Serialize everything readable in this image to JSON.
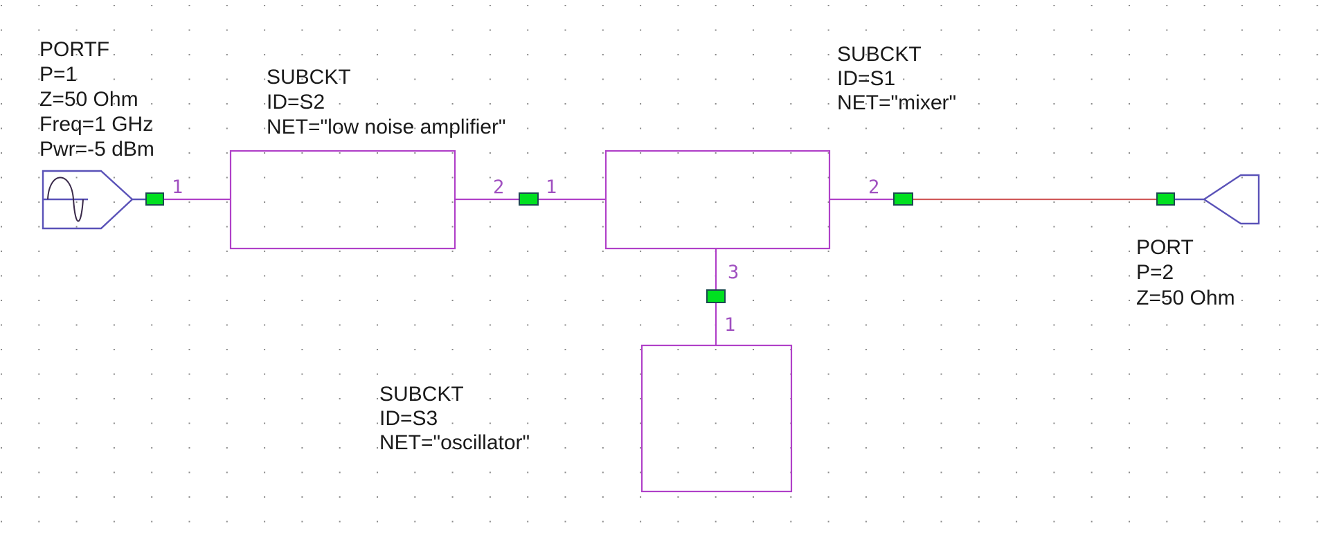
{
  "colors": {
    "wire": "#b040c8",
    "wire_connected": "#d05a5a",
    "port_symbol": "#5a52b8",
    "node": "#00e020",
    "pin_label": "#a050c0",
    "text": "#1a1a1a"
  },
  "components": {
    "source_port": {
      "type": "PORTF",
      "lines": [
        "PORTF",
        "P=1",
        "Z=50 Ohm",
        "Freq=1 GHz",
        "Pwr=-5 dBm"
      ],
      "pin_label": "1"
    },
    "lna": {
      "type": "SUBCKT",
      "lines": [
        "SUBCKT",
        "ID=S2",
        "NET=\"low noise amplifier\""
      ],
      "pin_in": "1",
      "pin_out": "2"
    },
    "mixer": {
      "type": "SUBCKT",
      "lines": [
        "SUBCKT",
        "ID=S1",
        "NET=\"mixer\""
      ],
      "pin_in": "1",
      "pin_out": "2",
      "pin_lo": "3"
    },
    "oscillator": {
      "type": "SUBCKT",
      "lines": [
        "SUBCKT",
        "ID=S3",
        "NET=\"oscillator\""
      ],
      "pin_out": "1"
    },
    "output_port": {
      "type": "PORT",
      "lines": [
        "PORT",
        "P=2",
        "Z=50 Ohm"
      ]
    }
  }
}
